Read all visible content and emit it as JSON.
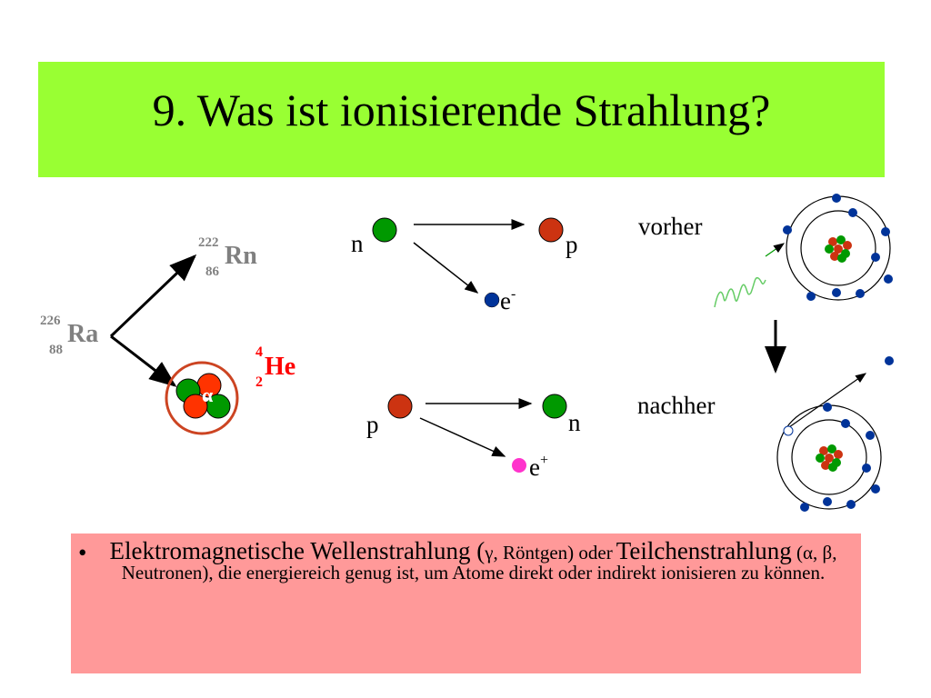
{
  "title": "9. Was ist ionisierende Strahlung?",
  "alpha_decay": {
    "parent": {
      "mass": "226",
      "charge": "88",
      "symbol": "Ra"
    },
    "daughter": {
      "mass": "222",
      "charge": "86",
      "symbol": "Rn"
    },
    "alpha": {
      "mass": "4",
      "charge": "2",
      "symbol": "He",
      "glyph": "α"
    }
  },
  "beta_minus": {
    "from": "n",
    "to": "p",
    "emitted": "e",
    "emitted_sup": "-"
  },
  "beta_plus": {
    "from": "p",
    "to": "n",
    "emitted": "e",
    "emitted_sup": "+"
  },
  "gamma": {
    "before": "vorher",
    "after": "nachher"
  },
  "definition": {
    "bullet": "•",
    "part1": "Elektromagnetische Wellenstrahlung (",
    "part2": "γ",
    "part3": ", Röntgen) oder",
    "part4": "Teilchenstrahlung",
    "part5": " (α, β",
    "part6": ", Neutronen), die energiereich genug ist, um Atome direkt oder indirekt ionisieren zu können."
  },
  "colors": {
    "title_bg": "#99ff33",
    "definition_bg": "#ff9999",
    "proton": "#cc3311",
    "neutron": "#009900",
    "electron": "#003399",
    "positron": "#ff33cc",
    "nucleus_symbol_gray": "#808080",
    "helium_red": "#ff0000"
  }
}
